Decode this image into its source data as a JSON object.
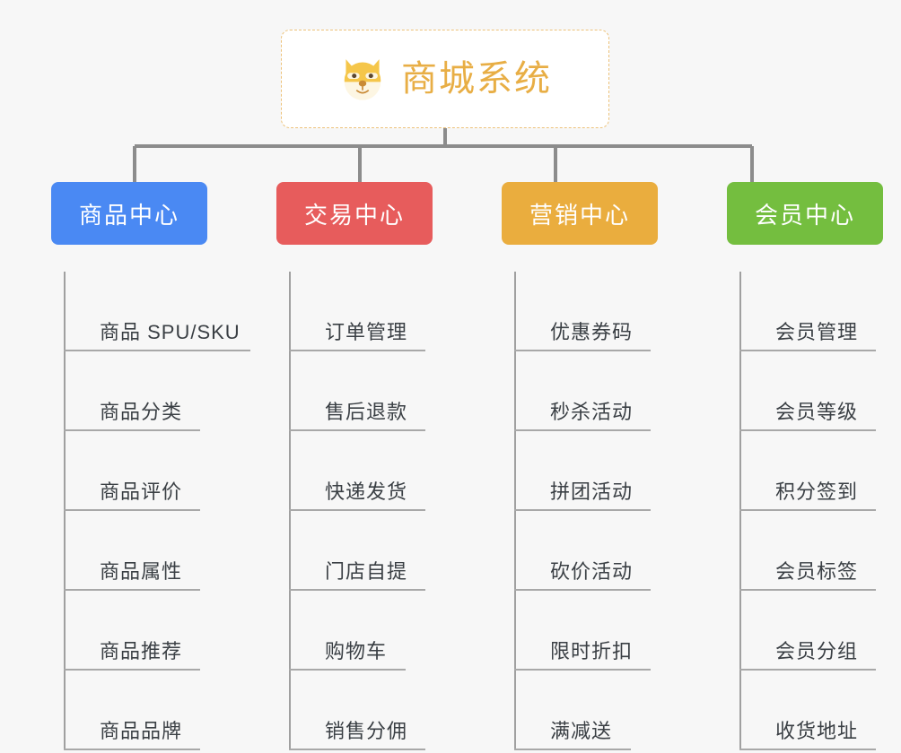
{
  "page": {
    "background_color": "#f7f7f7",
    "connector_color": "#8c8c8c",
    "leaf_line_color": "#a8a8a8",
    "leaf_text_color": "#3a3f44"
  },
  "root": {
    "title": "商城系统",
    "icon": "dog-face-icon",
    "title_color": "#e8ae45",
    "border_color": "#edc27a",
    "background_color": "#ffffff"
  },
  "columns": [
    {
      "id": "product-center",
      "label": "商品中心",
      "color": "#4a89f3",
      "items": [
        "商品 SPU/SKU",
        "商品分类",
        "商品评价",
        "商品属性",
        "商品推荐",
        "商品品牌"
      ]
    },
    {
      "id": "trade-center",
      "label": "交易中心",
      "color": "#e75c5c",
      "items": [
        "订单管理",
        "售后退款",
        "快递发货",
        "门店自提",
        "购物车",
        "销售分佣"
      ]
    },
    {
      "id": "marketing-center",
      "label": "营销中心",
      "color": "#eaad3e",
      "items": [
        "优惠券码",
        "秒杀活动",
        "拼团活动",
        "砍价活动",
        "限时折扣",
        "满减送"
      ]
    },
    {
      "id": "member-center",
      "label": "会员中心",
      "color": "#74be3f",
      "items": [
        "会员管理",
        "会员等级",
        "积分签到",
        "会员标签",
        "会员分组",
        "收货地址"
      ]
    }
  ]
}
